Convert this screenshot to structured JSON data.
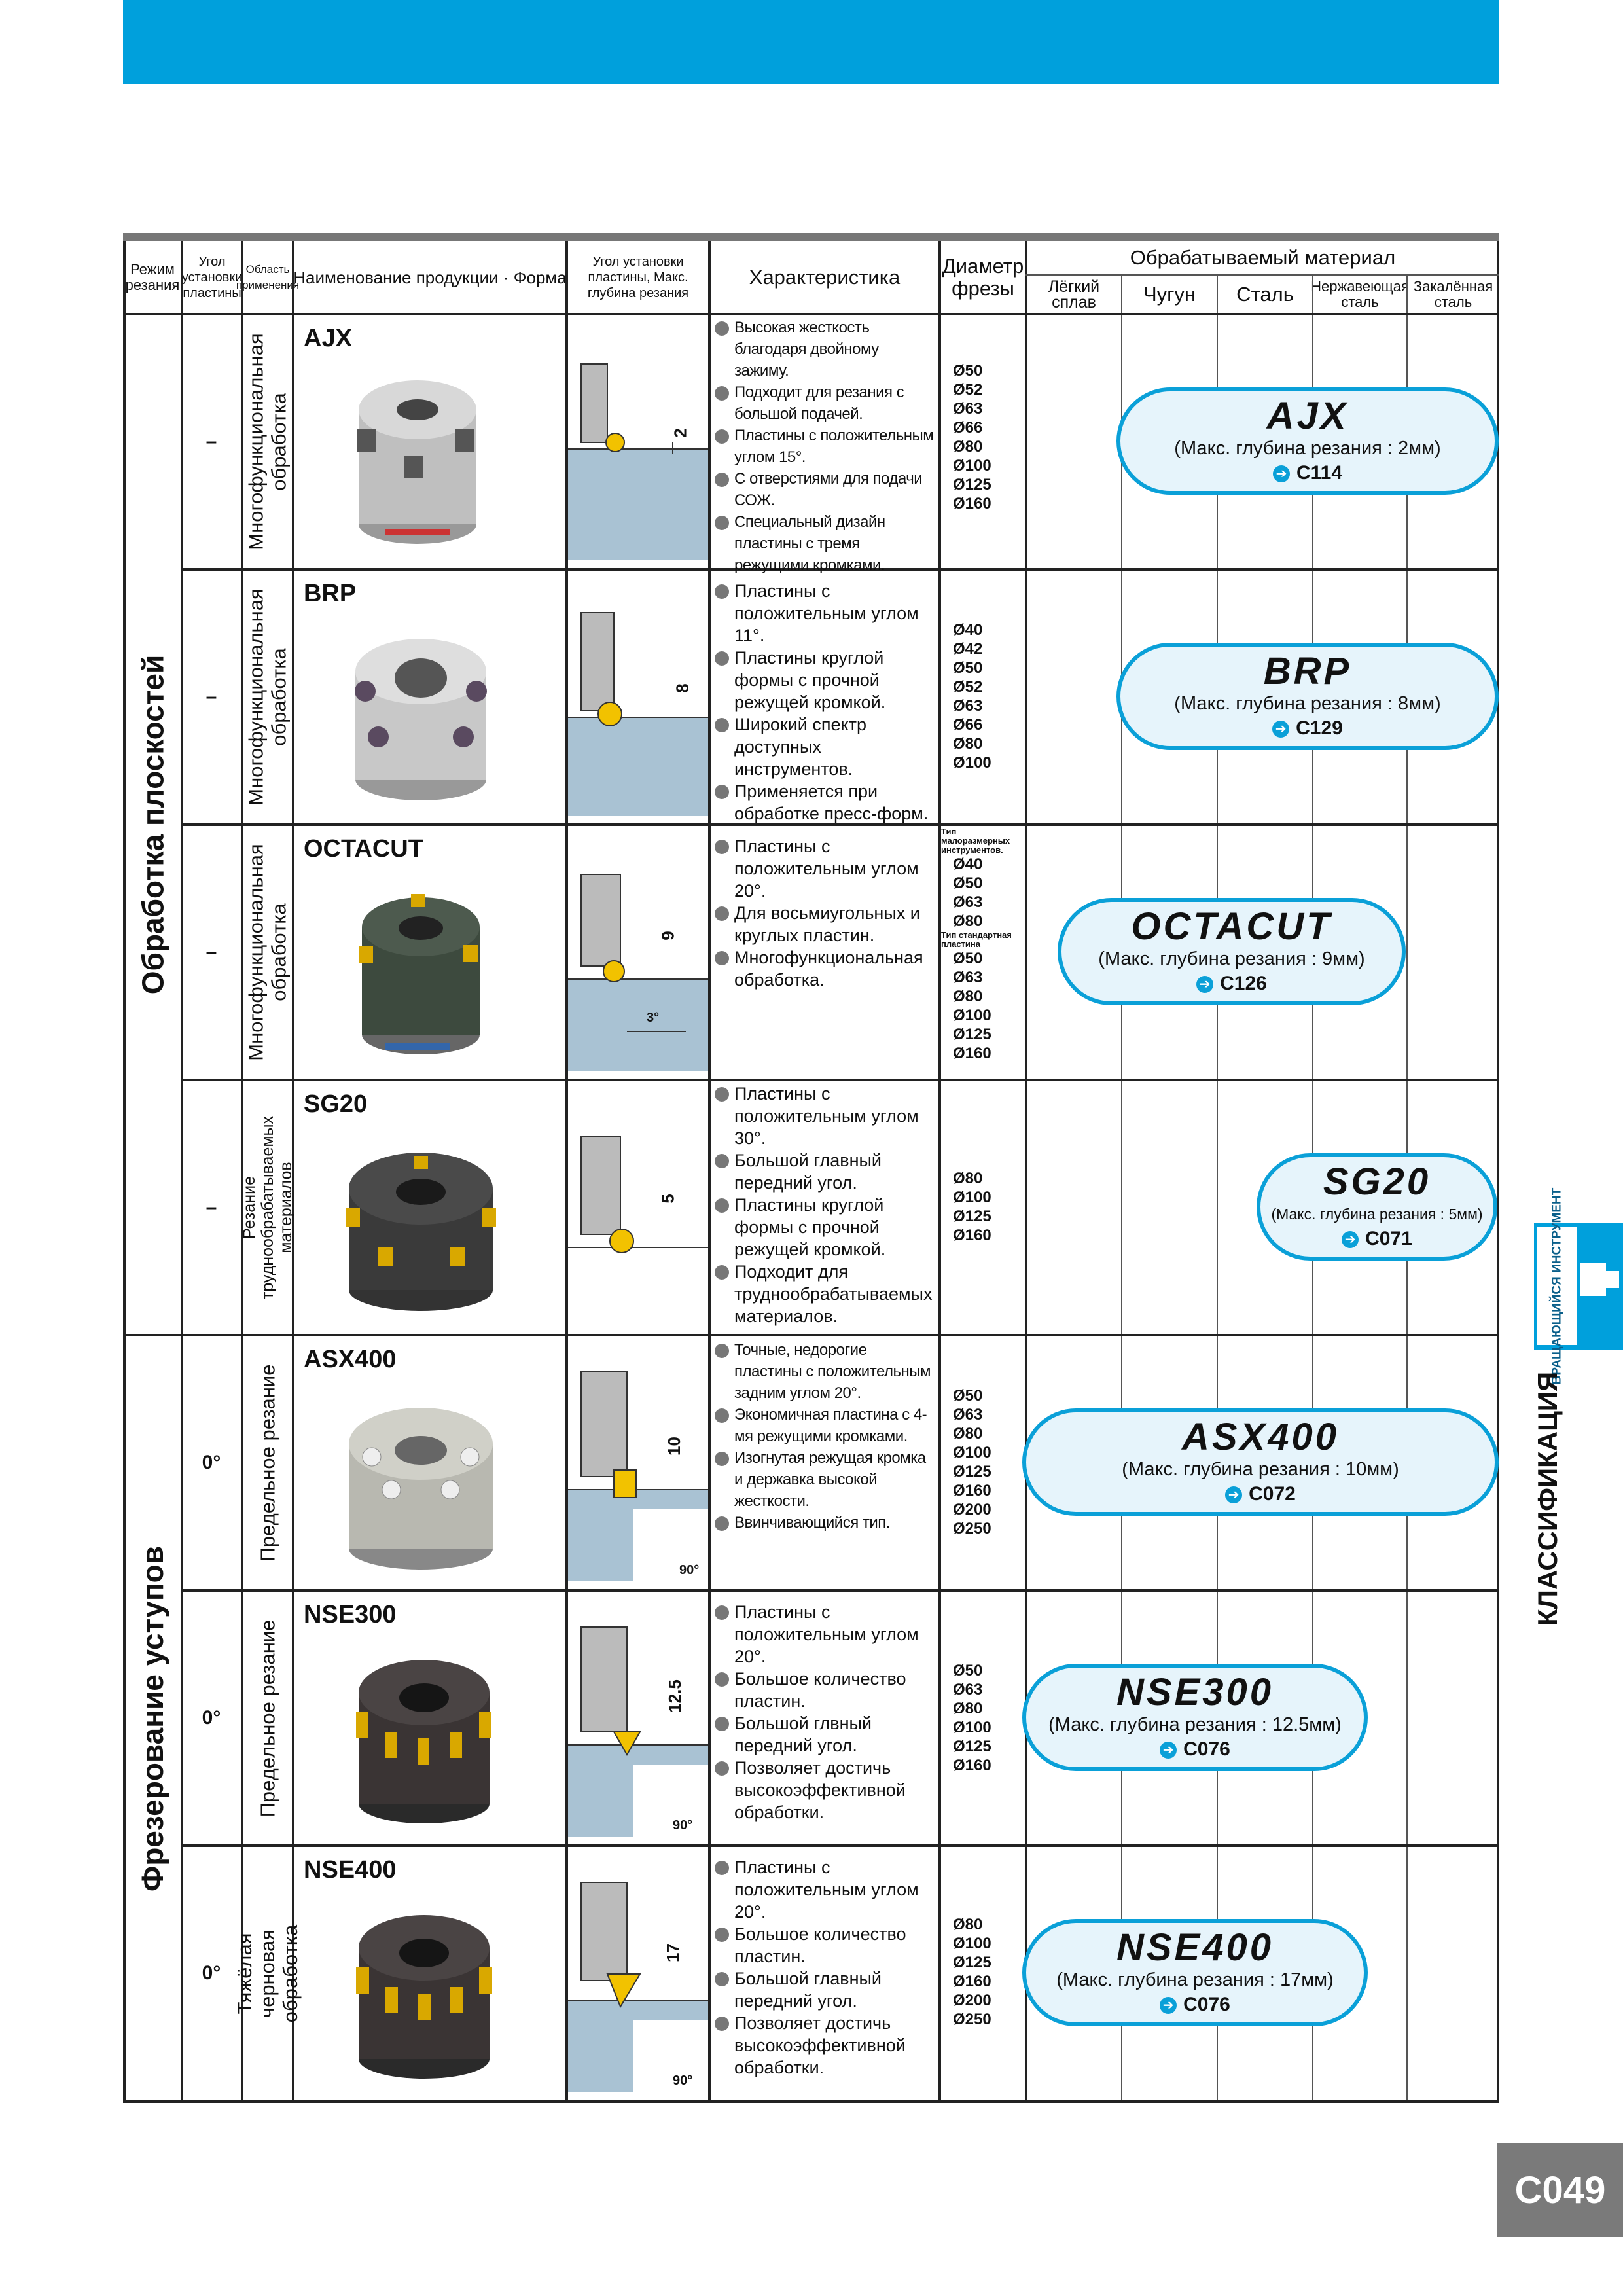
{
  "header": {
    "mode": "Режим резания",
    "insert_angle": "Угол установки пластины",
    "area": "Область применения",
    "product": "Наименование продукции · Форма",
    "angle_depth": "Угол установки пластины, Макс. глубина резания",
    "features": "Характеристика",
    "diameter": "Диаметр фрезы",
    "material": "Обрабатываемый материал",
    "materials": [
      "Лёгкий сплав",
      "Чугун",
      "Сталь",
      "Нержавеющая сталь",
      "Закалённая сталь"
    ]
  },
  "categories": [
    "Обработка плоскостей",
    "Фрезерование уступов"
  ],
  "rows": [
    {
      "angle": "–",
      "area": "Многофункциональная обработка",
      "name": "AJX",
      "features": [
        "Высокая жесткость благодаря двойному зажиму.",
        "Подходит для резания с большой подачей.",
        "Пластины с положительным углом 15°.",
        "С отверстиями для подачи СОЖ.",
        "Специальный дизайн пластины с тремя режущими кромками."
      ],
      "diameters": [
        "Ø50",
        "Ø52",
        "Ø63",
        "Ø66",
        "Ø80",
        "Ø100",
        "Ø125",
        "Ø160"
      ],
      "depth_label": "2",
      "pill": {
        "title": "AJX",
        "sub": "(Макс. глубина резания : 2мм)",
        "ref": "C114"
      }
    },
    {
      "angle": "–",
      "area": "Многофункциональная обработка",
      "name": "BRP",
      "features": [
        "Пластины с положительным углом 11°.",
        "Пластины круглой формы с прочной режущей кромкой.",
        "Широкий спектр доступных инструментов.",
        "Применяется при обработке пресс-форм."
      ],
      "diameters": [
        "Ø40",
        "Ø42",
        "Ø50",
        "Ø52",
        "Ø63",
        "Ø66",
        "Ø80",
        "Ø100"
      ],
      "depth_label": "8",
      "pill": {
        "title": "BRP",
        "sub": "(Макс. глубина резания : 8мм)",
        "ref": "C129"
      }
    },
    {
      "angle": "–",
      "area": "Многофункциональная обработка",
      "name": "OCTACUT",
      "features": [
        "Пластины с положительным углом 20°.",
        "Для восьмиугольных и круглых пластин.",
        "Многофункциональная обработка."
      ],
      "diameter_group1": "Тип малоразмерных инструментов.",
      "diameters1": [
        "Ø40",
        "Ø50",
        "Ø63",
        "Ø80"
      ],
      "diameter_group2": "Тип стандартная пластина",
      "diameters2": [
        "Ø50",
        "Ø63",
        "Ø80",
        "Ø100",
        "Ø125",
        "Ø160"
      ],
      "depth_label": "9",
      "angle_label": "3°",
      "pill": {
        "title": "OCTACUT",
        "sub": "(Макс. глубина резания : 9мм)",
        "ref": "C126"
      }
    },
    {
      "angle": "–",
      "area": "Резание труднообрабатываемых материалов",
      "name": "SG20",
      "features": [
        "Пластины с положительным углом 30°.",
        "Большой главный передний угол.",
        "Пластины круглой формы с прочной режущей кромкой.",
        "Подходит для труднообрабатываемых материалов."
      ],
      "diameters": [
        "Ø80",
        "Ø100",
        "Ø125",
        "Ø160"
      ],
      "depth_label": "5",
      "pill": {
        "title": "SG20",
        "sub": "(Макс. глубина резания : 5мм)",
        "ref": "C071"
      }
    },
    {
      "angle": "0°",
      "area": "Предельное резание",
      "name": "ASX400",
      "features": [
        "Точные, недорогие пластины с положительным задним углом 20°.",
        "Экономичная пластина с 4-мя режущими кромками.",
        "Изогнутая режущая кромка и державка высокой жесткости.",
        "Ввинчивающийся тип."
      ],
      "diameters": [
        "Ø50",
        "Ø63",
        "Ø80",
        "Ø100",
        "Ø125",
        "Ø160",
        "Ø200",
        "Ø250"
      ],
      "depth_label": "10",
      "angle_label": "90°",
      "pill": {
        "title": "ASX400",
        "sub": "(Макс. глубина резания : 10мм)",
        "ref": "C072"
      }
    },
    {
      "angle": "0°",
      "area": "Предельное резание",
      "name": "NSE300",
      "features": [
        "Пластины с положительным углом 20°.",
        "Большое количество пластин.",
        "Большой глвный передний угол.",
        "Позволяет достичь высокоэффективной обработки."
      ],
      "diameters": [
        "Ø50",
        "Ø63",
        "Ø80",
        "Ø100",
        "Ø125",
        "Ø160"
      ],
      "depth_label": "12.5",
      "angle_label": "90°",
      "pill": {
        "title": "NSE300",
        "sub": "(Макс. глубина резания : 12.5мм)",
        "ref": "C076"
      }
    },
    {
      "angle": "0°",
      "area": "Тяжёлая черновая обработка",
      "name": "NSE400",
      "features": [
        "Пластины с положительным углом 20°.",
        "Большое количество пластин.",
        "Большой главный передний угол.",
        "Позволяет достичь высокоэффективной обработки."
      ],
      "diameters": [
        "Ø80",
        "Ø100",
        "Ø125",
        "Ø160",
        "Ø200",
        "Ø250"
      ],
      "depth_label": "17",
      "angle_label": "90°",
      "pill": {
        "title": "NSE400",
        "sub": "(Макс. глубина резания : 17мм)",
        "ref": "C076"
      }
    }
  ],
  "side": {
    "tab": "ВРАЩАЮЩИЙСЯ ИНСТРУМЕНТ",
    "classification": "КЛАССИФИКАЦИЯ"
  },
  "page_number": "C049",
  "colors": {
    "accent": "#00a0dc",
    "pill_fill": "#e6f4fb",
    "page_tab": "#7a7a7a",
    "diagram_fill": "#a9c2d3"
  }
}
